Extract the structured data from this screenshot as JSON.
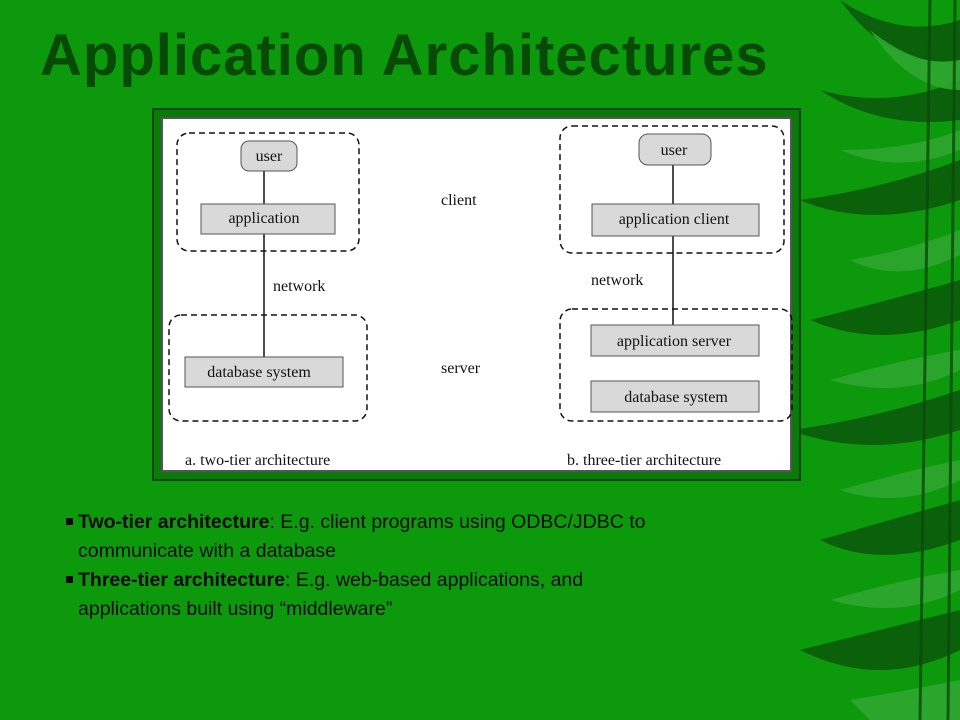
{
  "slide": {
    "title": "Application Architectures",
    "accent_background": "#0c9a0c",
    "title_color": "#064a06"
  },
  "diagram": {
    "two_tier": {
      "user": "user",
      "application": "application",
      "network": "network",
      "database": "database system",
      "caption": "a.  two-tier architecture"
    },
    "middle": {
      "client": "client",
      "server": "server"
    },
    "three_tier": {
      "user": "user",
      "application_client": "application client",
      "network": "network",
      "application_server": "application server",
      "database": "database system",
      "caption": "b.  three-tier architecture"
    }
  },
  "bullets": [
    {
      "term": "Two-tier architecture",
      "rest1": ":  E.g. client programs using ODBC/JDBC to",
      "rest2": "communicate with a database"
    },
    {
      "term": "Three-tier architecture",
      "rest1": ": E.g. web-based applications, and",
      "rest2": "applications built using “middleware”"
    }
  ],
  "decoration": {
    "bamboo_leaves": "bamboo-leaves-image"
  }
}
